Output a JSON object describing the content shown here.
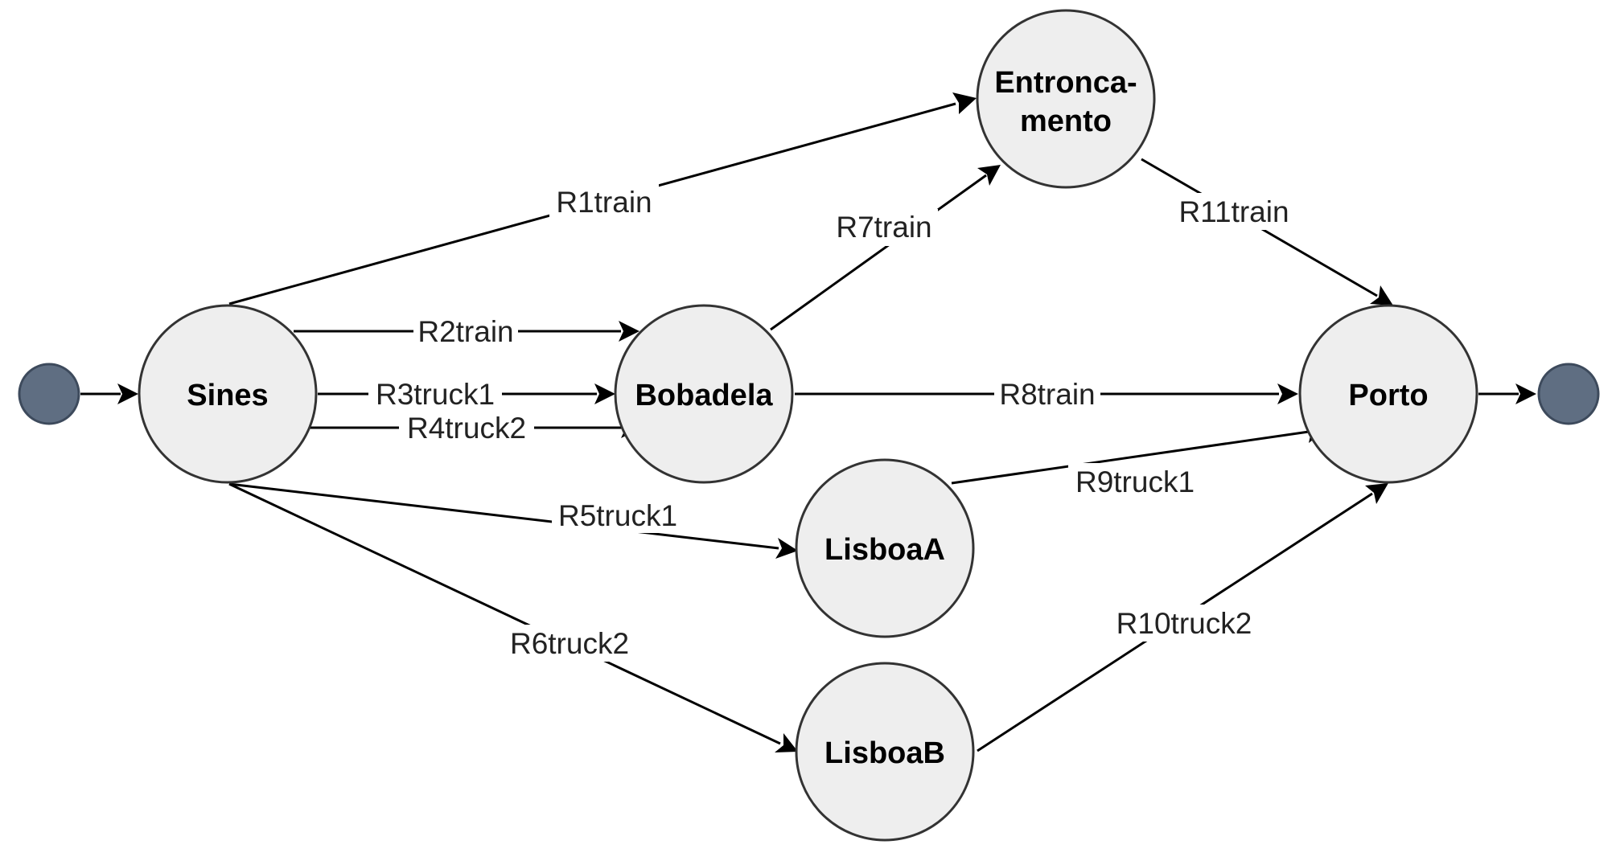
{
  "diagram": {
    "nodes": [
      {
        "id": "sines",
        "label": "Sines"
      },
      {
        "id": "bobadela",
        "label": "Bobadela"
      },
      {
        "id": "entroncamento",
        "label_lines": [
          "Entronca-",
          "mento"
        ]
      },
      {
        "id": "porto",
        "label": "Porto"
      },
      {
        "id": "lisboaA",
        "label": "LisboaA"
      },
      {
        "id": "lisboaB",
        "label": "LisboaB"
      }
    ],
    "terminals": [
      {
        "id": "start"
      },
      {
        "id": "end"
      }
    ],
    "edges": [
      {
        "from": "start",
        "to": "sines",
        "label": ""
      },
      {
        "from": "sines",
        "to": "entroncamento",
        "label": "R1train"
      },
      {
        "from": "sines",
        "to": "bobadela",
        "label": "R2train"
      },
      {
        "from": "sines",
        "to": "bobadela",
        "label": "R3truck1"
      },
      {
        "from": "sines",
        "to": "bobadela",
        "label": "R4truck2"
      },
      {
        "from": "sines",
        "to": "lisboaA",
        "label": "R5truck1"
      },
      {
        "from": "sines",
        "to": "lisboaB",
        "label": "R6truck2"
      },
      {
        "from": "bobadela",
        "to": "entroncamento",
        "label": "R7train"
      },
      {
        "from": "bobadela",
        "to": "porto",
        "label": "R8train"
      },
      {
        "from": "lisboaA",
        "to": "porto",
        "label": "R9truck1"
      },
      {
        "from": "lisboaB",
        "to": "porto",
        "label": "R10truck2"
      },
      {
        "from": "entroncamento",
        "to": "porto",
        "label": "R11train"
      },
      {
        "from": "porto",
        "to": "end",
        "label": ""
      }
    ]
  },
  "colors": {
    "node_fill": "#eeeeee",
    "node_stroke": "#333333",
    "terminal_fill": "#5f6e82",
    "edge": "#000000"
  }
}
